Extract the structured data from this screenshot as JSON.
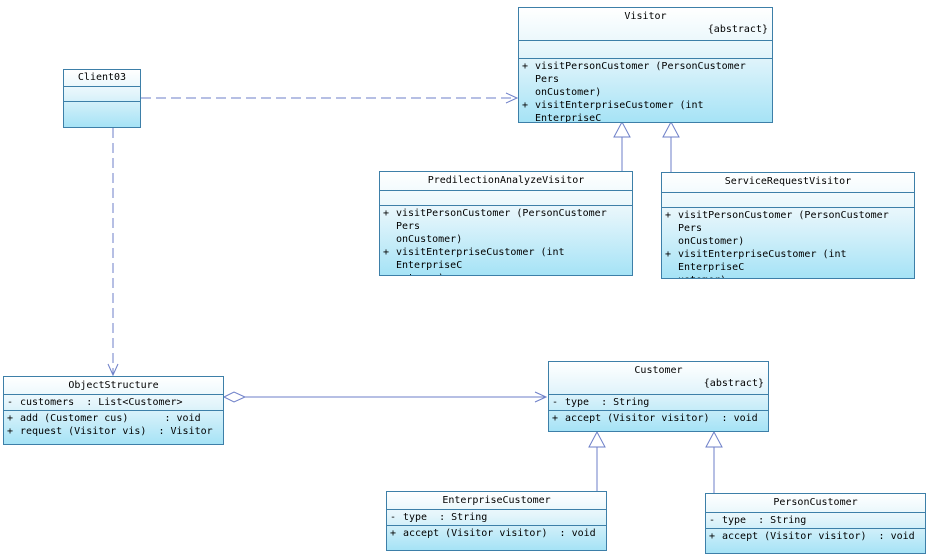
{
  "classes": {
    "client": {
      "name": "Client03"
    },
    "visitor": {
      "name": "Visitor",
      "stereotype": "{abstract}",
      "ops": [
        {
          "vis": "+",
          "text": "visitPersonCustomer (PersonCustomer Pers\nonCustomer)"
        },
        {
          "vis": "+",
          "text": "visitEnterpriseCustomer (int EnterpriseC\nustomer)"
        }
      ]
    },
    "predilection": {
      "name": "PredilectionAnalyzeVisitor",
      "ops": [
        {
          "vis": "+",
          "text": "visitPersonCustomer (PersonCustomer Pers\nonCustomer)"
        },
        {
          "vis": "+",
          "text": "visitEnterpriseCustomer (int EnterpriseC\nustomer)"
        }
      ]
    },
    "service": {
      "name": "ServiceRequestVisitor",
      "ops": [
        {
          "vis": "+",
          "text": "visitPersonCustomer (PersonCustomer Pers\nonCustomer)"
        },
        {
          "vis": "+",
          "text": "visitEnterpriseCustomer (int EnterpriseC\nustomer)"
        }
      ]
    },
    "objectStructure": {
      "name": "ObjectStructure",
      "attrs": [
        {
          "vis": "-",
          "text": "customers  : List<Customer>"
        }
      ],
      "ops": [
        {
          "vis": "+",
          "text": "add (Customer cus)      : void"
        },
        {
          "vis": "+",
          "text": "request (Visitor vis)  : Visitor"
        }
      ]
    },
    "customer": {
      "name": "Customer",
      "stereotype": "{abstract}",
      "attrs": [
        {
          "vis": "-",
          "text": "type  : String"
        }
      ],
      "ops": [
        {
          "vis": "+",
          "text": "accept (Visitor visitor)  : void"
        }
      ]
    },
    "enterprise": {
      "name": "EnterpriseCustomer",
      "attrs": [
        {
          "vis": "-",
          "text": "type  : String"
        }
      ],
      "ops": [
        {
          "vis": "+",
          "text": "accept (Visitor visitor)  : void"
        }
      ]
    },
    "person": {
      "name": "PersonCustomer",
      "attrs": [
        {
          "vis": "-",
          "text": "type  : String"
        }
      ],
      "ops": [
        {
          "vis": "+",
          "text": "accept (Visitor visitor)  : void"
        }
      ]
    }
  },
  "colors": {
    "border": "#3d7fa8",
    "line": "#6d7fc8",
    "fill_top": "#ffffff",
    "fill_bottom": "#a6e3f6"
  }
}
